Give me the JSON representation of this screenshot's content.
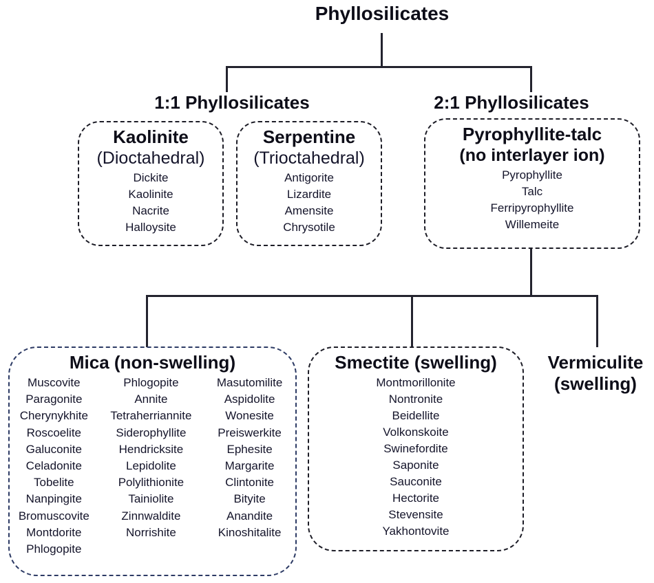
{
  "root": {
    "label": "Phyllosilicates"
  },
  "groups": {
    "one_to_one": {
      "label": "1:1 Phyllosilicates"
    },
    "two_to_one": {
      "label": "2:1 Phyllosilicates"
    }
  },
  "boxes": {
    "kaolinite": {
      "title": "Kaolinite",
      "subtitle": "(Dioctahedral)",
      "items": [
        "Dickite",
        "Kaolinite",
        "Nacrite",
        "Halloysite"
      ]
    },
    "serpentine": {
      "title": "Serpentine",
      "subtitle": "(Trioctahedral)",
      "items": [
        "Antigorite",
        "Lizardite",
        "Amensite",
        "Chrysotile"
      ]
    },
    "pyrophyllite_talc": {
      "title": "Pyrophyllite-talc",
      "subtitle": "(no interlayer ion)",
      "items": [
        "Pyrophyllite",
        "Talc",
        "Ferripyrophyllite",
        "Willemeite"
      ]
    },
    "mica": {
      "title": "Mica (non-swelling)",
      "columns": [
        [
          "Muscovite",
          "Paragonite",
          "Cherynykhite",
          "Roscoelite",
          "Galuconite",
          "Celadonite",
          "Tobelite",
          "Nanpingite",
          "Bromuscovite",
          "Montdorite",
          "Phlogopite"
        ],
        [
          "Phlogopite",
          "Annite",
          "Tetraherriannite",
          "Siderophyllite",
          "Hendricksite",
          "Lepidolite",
          "Polylithionite",
          "Tainiolite",
          "Zinnwaldite",
          "Norrishite"
        ],
        [
          "Masutomilite",
          "Aspidolite",
          "Wonesite",
          "Preiswerkite",
          "Ephesite",
          "Margarite",
          "Clintonite",
          "Bityite",
          "Anandite",
          "Kinoshitalite"
        ]
      ]
    },
    "smectite": {
      "title": "Smectite (swelling)",
      "items": [
        "Montmorillonite",
        "Nontronite",
        "Beidellite",
        "Volkonskoite",
        "Swinefordite",
        "Saponite",
        "Sauconite",
        "Hectorite",
        "Stevensite",
        "Yakhontovite"
      ]
    },
    "vermiculite": {
      "title": "Vermiculite",
      "subtitle": "(swelling)"
    }
  },
  "colors": {
    "line": "#23232e",
    "box_border": "#1c1c26",
    "mica_border": "#2c3a64",
    "text": "#12121f",
    "background": "#ffffff"
  }
}
